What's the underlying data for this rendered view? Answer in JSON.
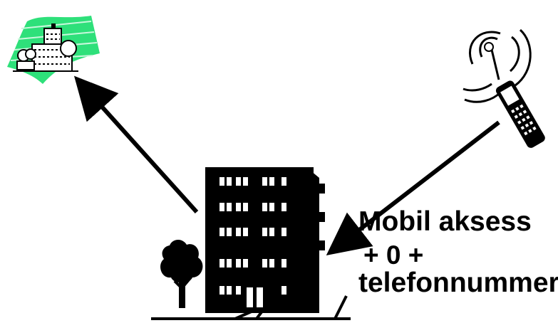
{
  "label": {
    "line1": "Mobil aksess",
    "line2": "+ 0 +",
    "line3": "telefonnummer"
  },
  "colors": {
    "ink": "#000000",
    "background": "#ffffff",
    "green": "#2ee07a"
  },
  "icons": [
    "hospital-icon",
    "mobile-phone-icon",
    "office-building-icon",
    "tree-icon"
  ]
}
